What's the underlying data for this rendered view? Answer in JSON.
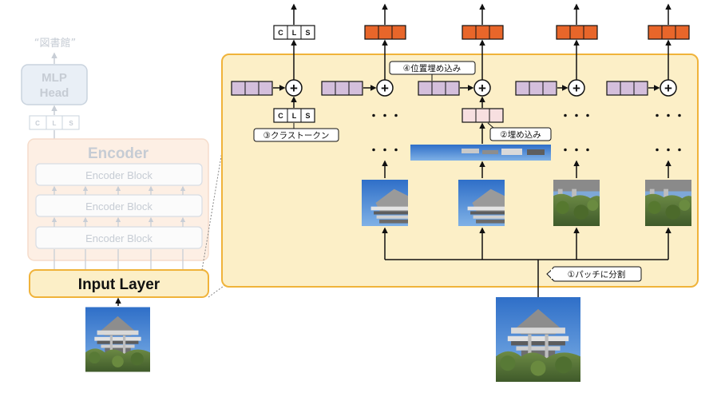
{
  "left": {
    "output_label": "“図書館”",
    "mlp_head_line1": "MLP",
    "mlp_head_line2": "Head",
    "cls_tokens": [
      "C",
      "L",
      "S"
    ],
    "encoder_title": "Encoder",
    "encoder_blocks": [
      "Encoder Block",
      "Encoder Block",
      "Encoder Block"
    ],
    "input_layer": "Input Layer"
  },
  "right": {
    "cls_tokens": [
      "C",
      "L",
      "S"
    ],
    "cls_tokens_top": [
      "C",
      "L",
      "S"
    ],
    "plus_symbol": "+",
    "dots": "・・・",
    "labels": {
      "split_patches": "①パッチに分割",
      "embed": "②埋め込み",
      "class_token": "③クラストークン",
      "position_embed": "④位置埋め込み"
    }
  },
  "colors": {
    "panel_fill": "#fcefc7",
    "panel_border": "#f0b33a",
    "output_token": "#e8662a",
    "position_token": "#d4bfdc",
    "embed_token": "#f7dfe0",
    "faded_border": "#c9d3de",
    "faded_text": "#c6ccd4",
    "encoder_fill": "#fdefe4",
    "sky": "#3f7ed1",
    "foliage": "#5b7a3a"
  }
}
